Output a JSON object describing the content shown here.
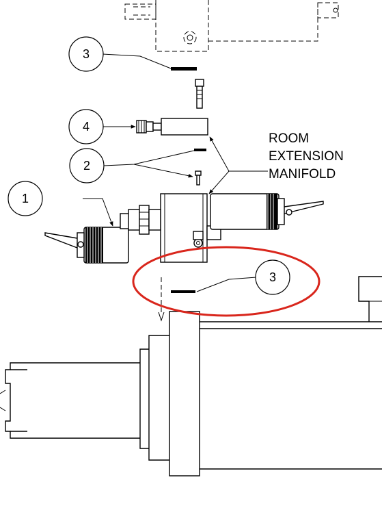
{
  "callouts": [
    {
      "id": "c3-top",
      "number": "3"
    },
    {
      "id": "c4",
      "number": "4"
    },
    {
      "id": "c2",
      "number": "2"
    },
    {
      "id": "c1",
      "number": "1"
    },
    {
      "id": "c3-bottom",
      "number": "3"
    }
  ],
  "label": {
    "lines": [
      "ROOM",
      "EXTENSION",
      "MANIFOLD"
    ]
  },
  "colors": {
    "line": "#000000",
    "highlight": "#d9261c",
    "background": "#ffffff"
  }
}
